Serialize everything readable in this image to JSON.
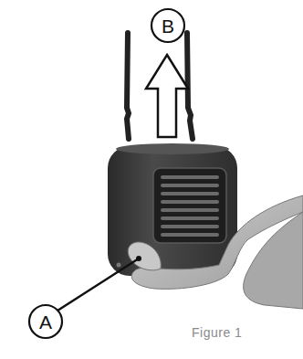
{
  "diagram": {
    "caption": "Figure 1",
    "labels": [
      "B",
      "A"
    ]
  }
}
